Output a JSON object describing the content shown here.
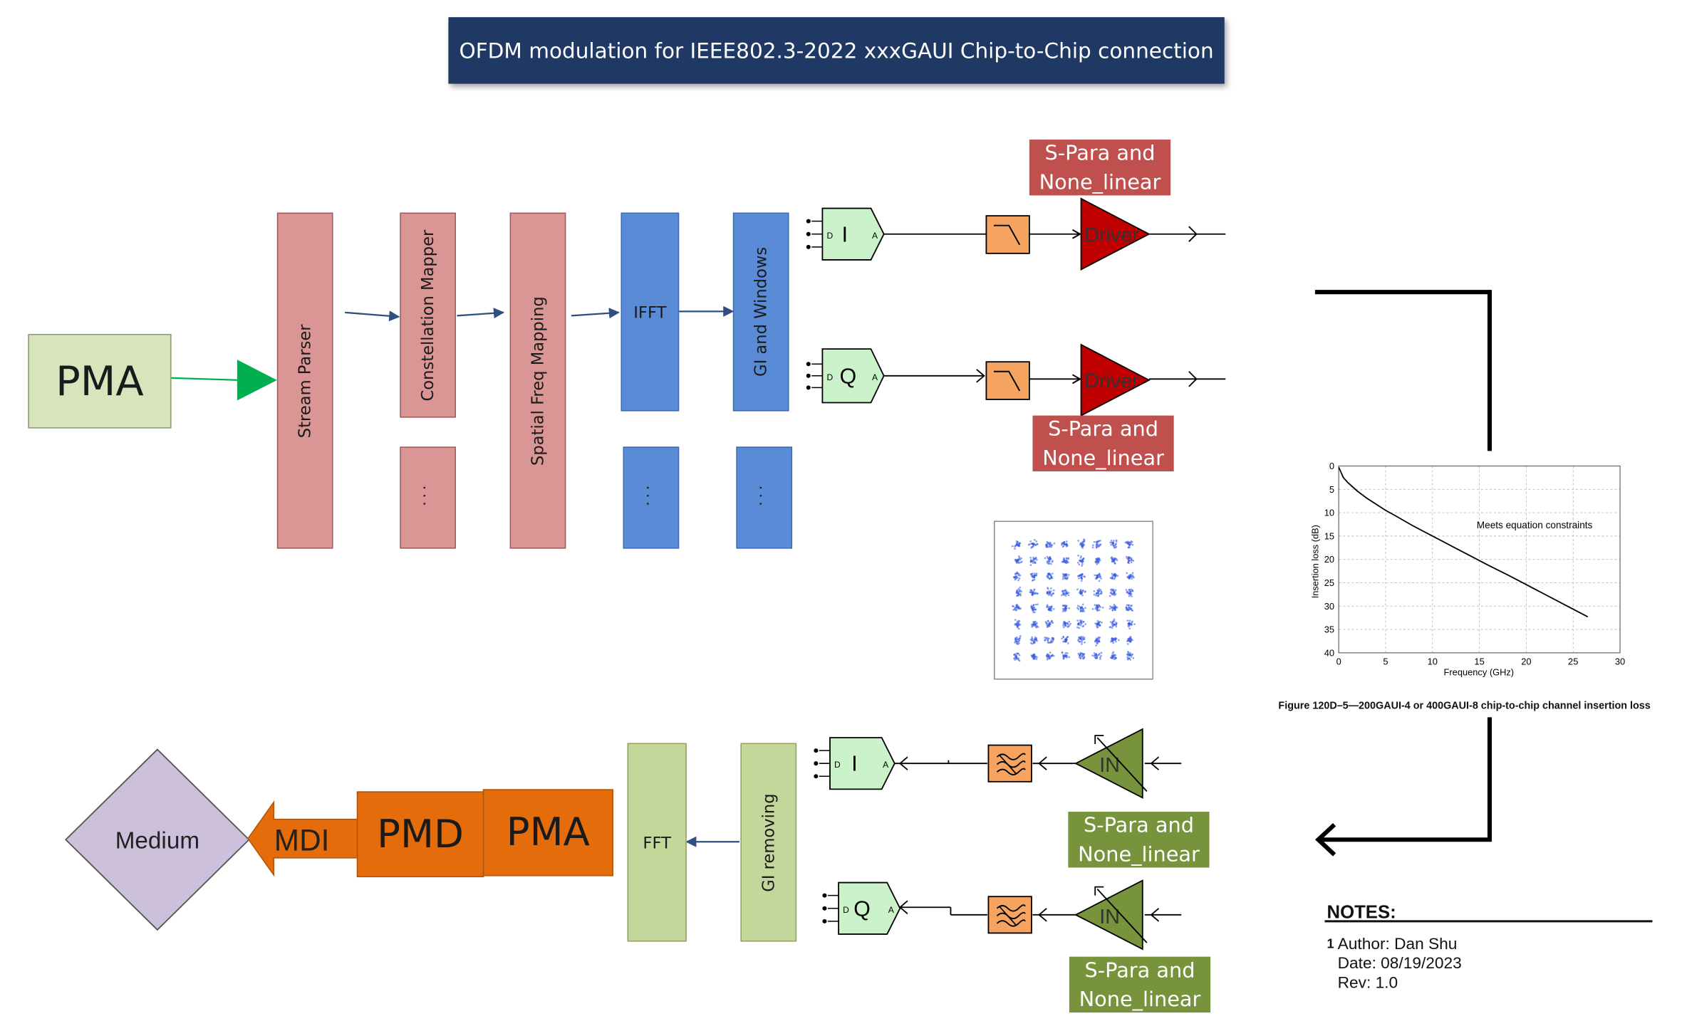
{
  "title": "OFDM modulation for IEEE802.3-2022 xxxGAUI Chip-to-Chip connection",
  "tx": {
    "pma": "PMA",
    "stream_parser": "Stream Parser",
    "constellation_mapper": "Constellation Mapper",
    "spatial_freq_mapping": "Spatial Freq Mapping",
    "ifft": "IFFT",
    "gi_windows": "GI and Windows",
    "ellipsis": "...",
    "dac_i": "I",
    "dac_q": "Q",
    "dac_d": "D",
    "dac_a": "A",
    "driver": "Driver",
    "spara_label_top_line1": "S-Para and",
    "spara_label_top_line2": "None_linear",
    "spara_label_bottom_line1": "S-Para and",
    "spara_label_bottom_line2": "None_linear"
  },
  "rx": {
    "medium": "Medium",
    "mdi": "MDI",
    "pmd": "PMD",
    "pma": "PMA",
    "fft": "FFT",
    "gi_removing": "GI removing",
    "adc_i": "I",
    "adc_q": "Q",
    "adc_d": "D",
    "adc_a": "A",
    "in_amp": "IN",
    "spara_label_top_line1": "S-Para and",
    "spara_label_top_line2": "None_linear",
    "spara_label_bottom_line1": "S-Para and",
    "spara_label_bottom_line2": "None_linear"
  },
  "colors": {
    "title_bg": "#1f3864",
    "pink_block": "#d99694",
    "blue_block": "#5a8bd6",
    "green_block": "#c4d79b",
    "orange_block": "#e46c0a",
    "driver_red": "#c00000",
    "in_amp_green": "#77933c",
    "filter_orange": "#f4a460",
    "medium_lavender": "#ccc0da",
    "pma_tx_bg": "#d8e4bc"
  },
  "chart_data": {
    "type": "line",
    "title": "",
    "xlabel": "Frequency (GHz)",
    "ylabel": "Insertion loss (dB)",
    "xlim": [
      0,
      30
    ],
    "ylim": [
      0,
      40
    ],
    "y_inverted": true,
    "xticks": [
      "0",
      "5",
      "10",
      "15",
      "20",
      "25",
      "30"
    ],
    "yticks": [
      "0",
      "5",
      "10",
      "15",
      "20",
      "25",
      "30",
      "35",
      "40"
    ],
    "grid": true,
    "annotation": "Meets equation constraints",
    "caption": "Figure 120D–5—200GAUI-4 or 400GAUI-8 chip-to-chip channel insertion loss",
    "series": [
      {
        "x": [
          0.01,
          0.5,
          1,
          2,
          3,
          4,
          5,
          6,
          8,
          10,
          12,
          14,
          16,
          18,
          20,
          22,
          24,
          26.56
        ],
        "values": [
          0.3,
          2.5,
          3.6,
          5.4,
          6.9,
          8.2,
          9.5,
          10.6,
          12.9,
          15.0,
          17.1,
          19.2,
          21.3,
          23.3,
          25.4,
          27.5,
          29.6,
          32.3
        ]
      }
    ]
  },
  "constellation": {
    "grid_points": 8,
    "point_color": "#3355dd"
  },
  "notes": {
    "heading": "NOTES:",
    "number": "1",
    "author": "Author: Dan Shu",
    "date": "Date: 08/19/2023",
    "rev": "Rev: 1.0"
  }
}
